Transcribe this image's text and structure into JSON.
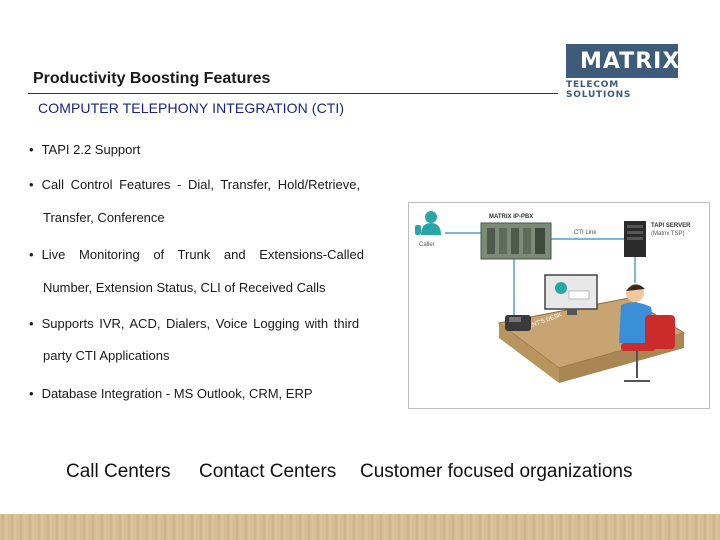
{
  "header": {
    "title": "Productivity Boosting Features",
    "subtitle": "COMPUTER TELEPHONY INTEGRATION (CTI)"
  },
  "logo": {
    "word": "MATRIX",
    "tagline": "TELECOM SOLUTIONS"
  },
  "bullets": [
    {
      "lines": [
        "TAPI 2.2 Support"
      ]
    },
    {
      "lines": [
        "Call Control Features - Dial, Transfer, Hold/Retrieve,",
        "Transfer, Conference"
      ]
    },
    {
      "lines": [
        "Live Monitoring of Trunk and Extensions-Called",
        "Number, Extension Status, CLI of Received Calls"
      ]
    },
    {
      "lines": [
        "Supports IVR, ACD, Dialers, Voice Logging with third",
        "party CTI Applications"
      ]
    },
    {
      "lines": [
        "Database Integration - MS Outlook, CRM, ERP"
      ]
    }
  ],
  "bullet_char": "•",
  "diagram": {
    "pbx_label": "MATRIX IP-PBX",
    "server_label": "TAPI SERVER",
    "server_sublabel": "(Matrix TSP)",
    "link_label": "CTI Link",
    "caller_label": "Caller",
    "desk_label": "AGENT'S DESK"
  },
  "bottom_items": [
    "Call Centers",
    "Contact Centers",
    "Customer focused organizations"
  ],
  "colors": {
    "subtitle": "#1a237e",
    "logo_bg": "#3e5b7a",
    "footer_band": "#d4bb8f"
  }
}
